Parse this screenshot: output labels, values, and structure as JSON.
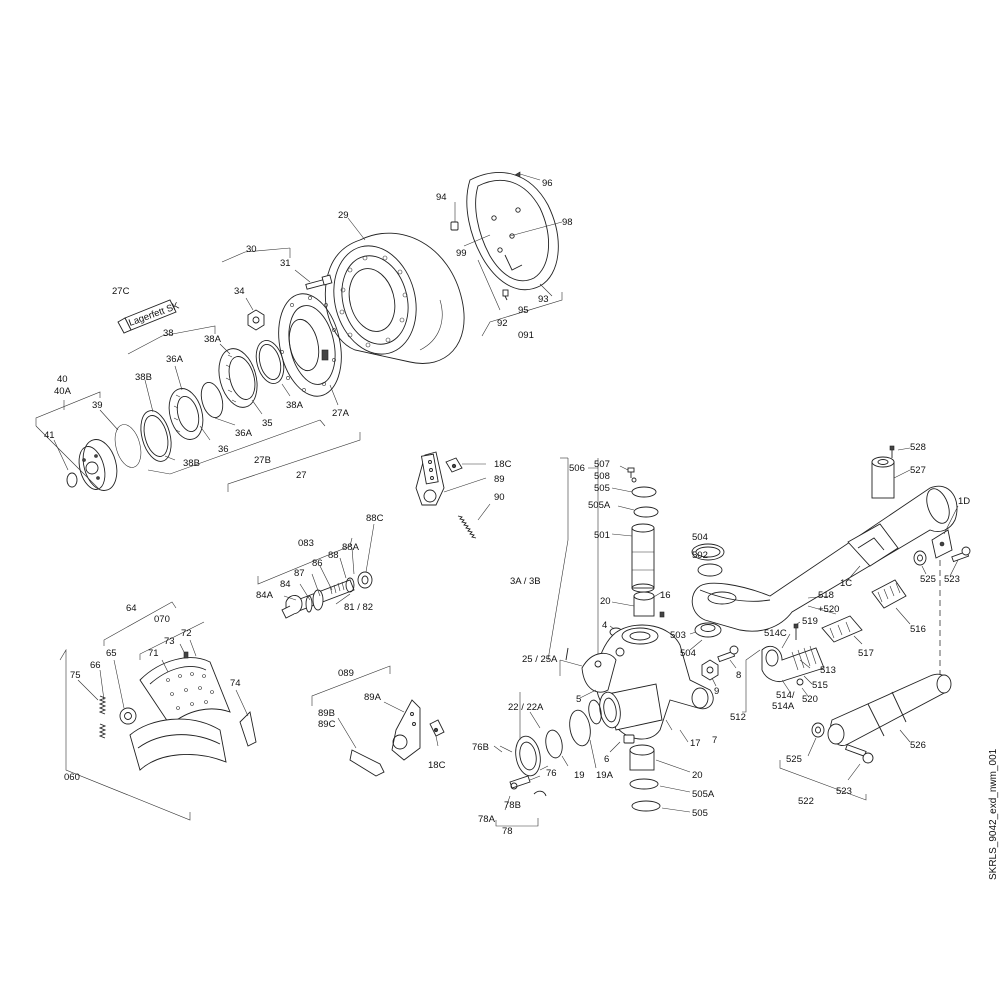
{
  "labels": {
    "l_96": "96",
    "l_94": "94",
    "l_98": "98",
    "l_99": "99",
    "l_29": "29",
    "l_93": "93",
    "l_95": "95",
    "l_92": "92",
    "l_091": "091",
    "l_30": "30",
    "l_31": "31",
    "l_34": "34",
    "l_27C": "27C",
    "l_38": "38",
    "l_38A_top": "38A",
    "l_36A_top": "36A",
    "l_38B_top": "38B",
    "l_40": "40",
    "l_40A": "40A",
    "l_39": "39",
    "l_41": "41",
    "l_38A_bot": "38A",
    "l_27A": "27A",
    "l_36A_bot": "36A",
    "l_35": "35",
    "l_36": "36",
    "l_38B_bot": "38B",
    "l_27B": "27B",
    "l_27": "27",
    "l_18C_top": "18C",
    "l_89": "89",
    "l_90": "90",
    "l_506": "506",
    "l_507": "507",
    "l_508": "508",
    "l_505_top": "505",
    "l_505A_top": "505A",
    "l_501": "501",
    "l_504_top": "504",
    "l_502": "502",
    "l_528": "528",
    "l_527": "527",
    "l_1D": "1D",
    "l_88C": "88C",
    "l_083": "083",
    "l_88A": "88A",
    "l_88": "88",
    "l_86": "86",
    "l_87": "87",
    "l_84": "84",
    "l_84A": "84A",
    "l_8182": "81 / 82",
    "l_3A3B": "3A / 3B",
    "l_20_top": "20",
    "l_16": "16",
    "l_525_top": "525",
    "l_523_top": "523",
    "l_1C": "1C",
    "l_518": "518",
    "l_520p": "+520",
    "l_516": "516",
    "l_64": "64",
    "l_070": "070",
    "l_73": "73",
    "l_72": "72",
    "l_65": "65",
    "l_71": "71",
    "l_66": "66",
    "l_75": "75",
    "l_74": "74",
    "l_060": "060",
    "l_4": "4",
    "l_503": "503",
    "l_504_bot": "504",
    "l_2525A": "25 / 25A",
    "l_519": "519",
    "l_514C": "514C",
    "l_517": "517",
    "l_8": "8",
    "l_513": "513",
    "l_515": "515",
    "l_520": "520",
    "l_514": "514/",
    "l_514A": "514A",
    "l_9": "9",
    "l_5": "5",
    "l_512": "512",
    "l_089": "089",
    "l_89A": "89A",
    "l_89B": "89B",
    "l_89C": "89C",
    "l_18C_bot": "18C",
    "l_2222A": "22 / 22A",
    "l_17": "17",
    "l_7": "7",
    "l_526": "526",
    "l_76B": "76B",
    "l_6": "6",
    "l_19": "19",
    "l_19A": "19A",
    "l_20_bot": "20",
    "l_76": "76",
    "l_78B": "78B",
    "l_78A": "78A",
    "l_78": "78",
    "l_505A_bot": "505A",
    "l_505_bot": "505",
    "l_525_bot": "525",
    "l_523_bot": "523",
    "l_522": "522"
  },
  "grease_label": "Lagerfett SK",
  "drawing_id": "SKRLS_9042_exd_nwm_001"
}
